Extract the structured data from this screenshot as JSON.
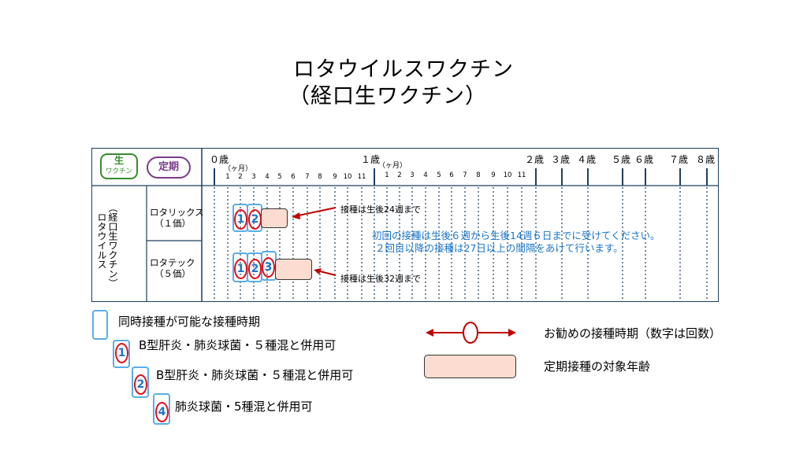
{
  "title": {
    "line1": "ロタウイルスワクチン",
    "line2": "（経口生ワクチン）"
  },
  "badges": {
    "live_main": "生",
    "live_sub": "ワクチン",
    "routine": "定期"
  },
  "row_header": {
    "vaccine_name": "ロタウイルス",
    "vaccine_sub": "（経口生ワクチン）"
  },
  "vaccines": [
    {
      "name": "ロタリックス",
      "valence": "（１価）",
      "note": "接種は生後24週まで",
      "doses": [
        "1",
        "2"
      ]
    },
    {
      "name": "ロタテック",
      "valence": "（５価）",
      "note": "接種は生後32週まで",
      "doses": [
        "1",
        "2",
        "3"
      ]
    }
  ],
  "axis": {
    "age0": "０歳",
    "age1": "１歳",
    "month_unit_a": "（ヶ月）",
    "month_unit_b": "（ヶ月）",
    "months0": [
      "1",
      "2",
      "3",
      "4",
      "5",
      "6",
      "7",
      "8",
      "9",
      "10",
      "11"
    ],
    "months1": [
      "1",
      "2",
      "3",
      "4",
      "5",
      "6",
      "7",
      "8",
      "9",
      "10",
      "11"
    ],
    "ages": [
      "２歳",
      "３歳",
      "４歳",
      "５歳",
      "６歳",
      "７歳",
      "８歳"
    ]
  },
  "notes": {
    "line1": "初回の接種は生後６週から生後14週６日までに受けてください。",
    "line2": "２回目以降の接種は27日以上の間隔をあけて行います。"
  },
  "legend": {
    "simultaneous": "同時接種が可能な接種時期",
    "combo1": "B型肝炎・肺炎球菌・５種混と併用可",
    "combo2": "B型肝炎・肺炎球菌・５種混と併用可",
    "combo4": "肺炎球菌・5種混と併用可",
    "combo1_num": "1",
    "combo2_num": "2",
    "combo4_num": "4",
    "recommended": "お勧めの接種時期（数字は回数）",
    "routine_age": "定期接種の対象年齢"
  },
  "colors": {
    "frame": "#1f3f5f",
    "blue": "#1a75c9",
    "red": "#c00000",
    "green": "#3a8a2e",
    "purple": "#7a3a8a",
    "peach": "#fcdcd0"
  }
}
